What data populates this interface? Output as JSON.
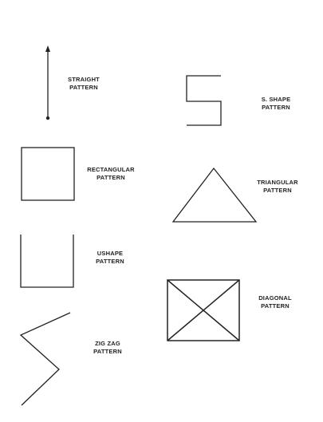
{
  "stroke_color": "#222222",
  "patterns": [
    {
      "id": "straight",
      "line1": "STRAIGHT",
      "line2": "PATTERN",
      "icon": "straight-line-arrow-icon"
    },
    {
      "id": "s-shape",
      "line1": "S. SHAPE",
      "line2": "PATTERN",
      "icon": "s-shape-icon"
    },
    {
      "id": "rectangular",
      "line1": "RECTANGULAR",
      "line2": "PATTERN",
      "icon": "rectangle-icon"
    },
    {
      "id": "triangular",
      "line1": "TRIANGULAR",
      "line2": "PATTERN",
      "icon": "triangle-icon"
    },
    {
      "id": "ushape",
      "line1": "USHAPE",
      "line2": "PATTERN",
      "icon": "u-shape-icon"
    },
    {
      "id": "diagonal",
      "line1": "DIAGONAL",
      "line2": "PATTERN",
      "icon": "crossed-box-icon"
    },
    {
      "id": "zigzag",
      "line1": "ZIG ZAG",
      "line2": "PATTERN",
      "icon": "zigzag-icon"
    }
  ]
}
